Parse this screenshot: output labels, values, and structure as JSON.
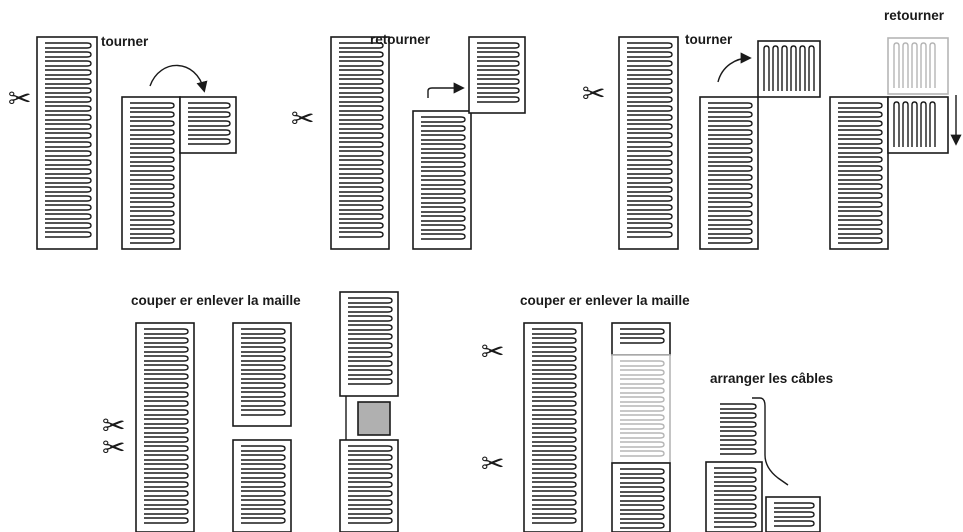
{
  "labels": {
    "tourner_1": "tourner",
    "retourner_1": "retourner",
    "tourner_2": "tourner",
    "retourner_2": "retourner",
    "couper_1": "couper er enlever la maille",
    "couper_2": "couper er enlever la maille",
    "arranger": "arranger les câbles"
  },
  "icons": {
    "scissors": "✂",
    "arrow": "arrow-icon",
    "cut_gap": "removed-mesh-square"
  },
  "colors": {
    "line": "#1a1a1a",
    "ghost": "#b5b5b5",
    "removed": "#b0b0b0"
  }
}
